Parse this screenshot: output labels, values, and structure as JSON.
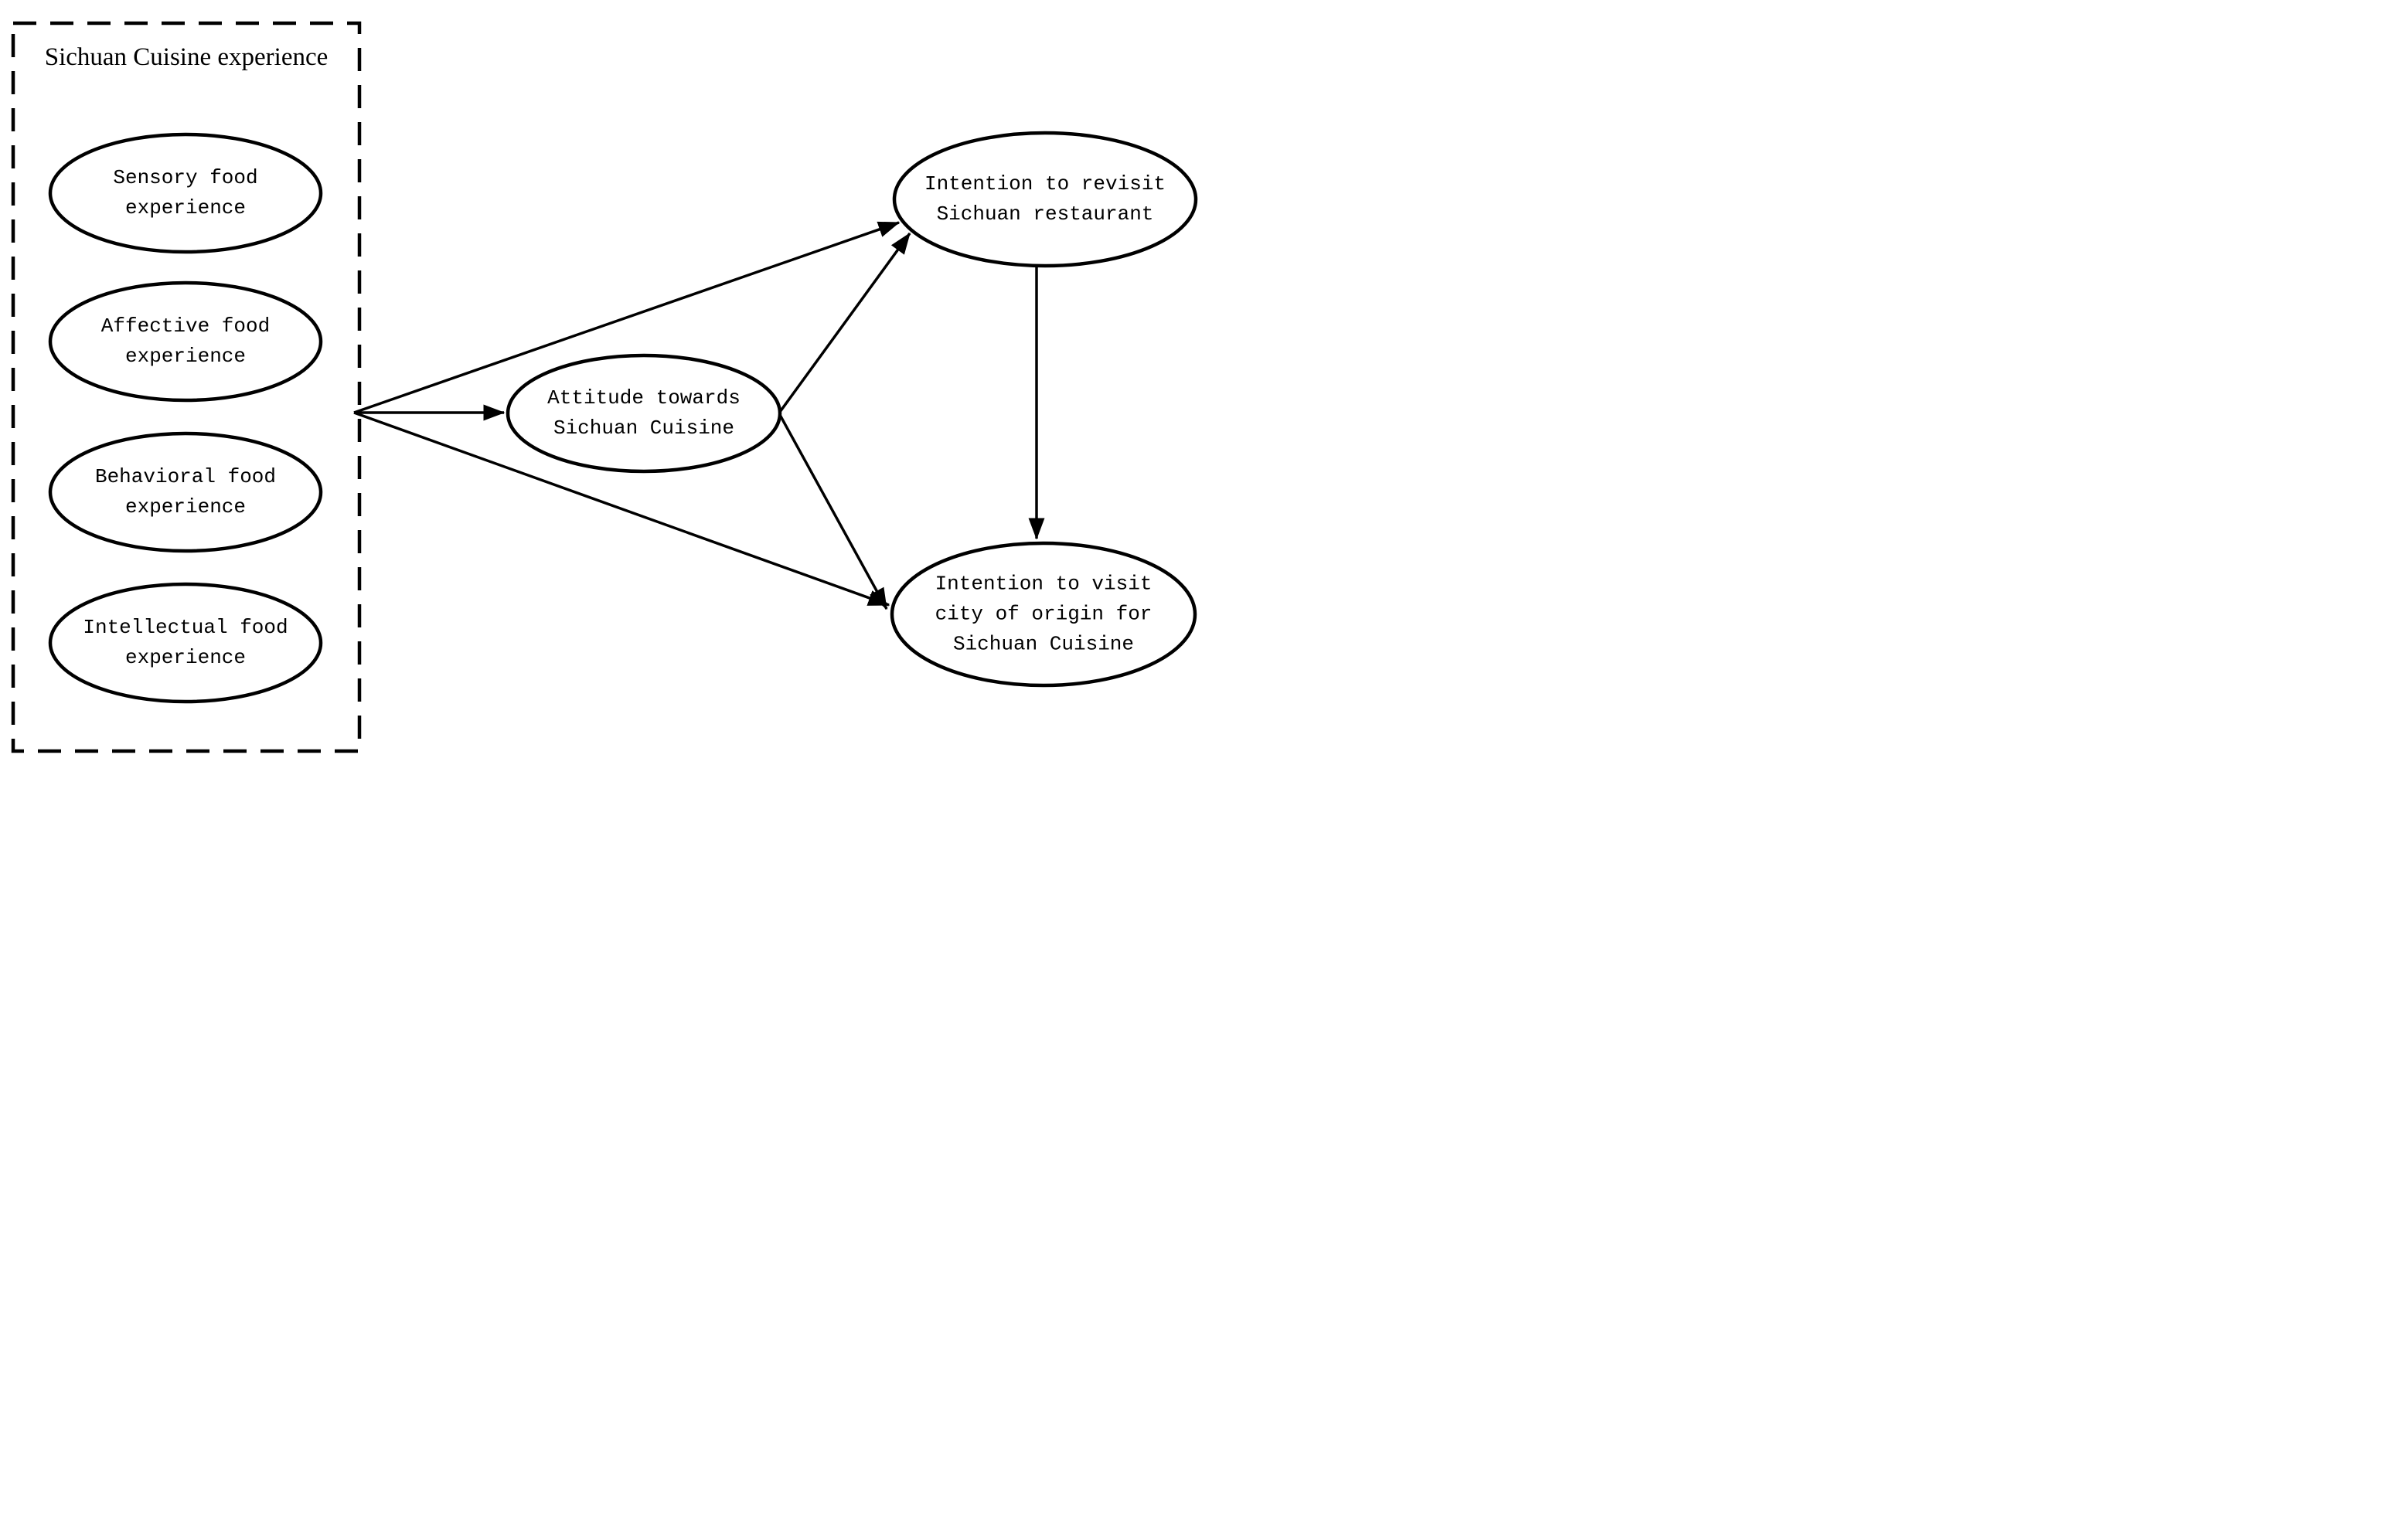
{
  "diagram": {
    "background_color": "#ffffff",
    "stroke_color": "#000000",
    "group_box": {
      "title": "Sichuan Cuisine experience"
    },
    "nodes": {
      "sensory": {
        "label": "Sensory food experience",
        "lines": [
          "Sensory food",
          "experience"
        ]
      },
      "affective": {
        "label": "Affective food experience",
        "lines": [
          "Affective food",
          "experience"
        ]
      },
      "behavioral": {
        "label": "Behavioral food experience",
        "lines": [
          "Behavioral food",
          "experience"
        ]
      },
      "intellectual": {
        "label": "Intellectual food experience",
        "lines": [
          "Intellectual food",
          "experience"
        ]
      },
      "attitude": {
        "label": "Attitude towards Sichuan Cuisine",
        "lines": [
          "Attitude towards",
          "Sichuan Cuisine"
        ]
      },
      "revisit": {
        "label": "Intention to revisit Sichuan restaurant",
        "lines": [
          "Intention to revisit",
          "Sichuan restaurant"
        ]
      },
      "visit_city": {
        "label": "Intention to visit city of origin for Sichuan Cuisine",
        "lines": [
          "Intention to visit",
          "city of origin for",
          "Sichuan Cuisine"
        ]
      }
    },
    "edges": [
      {
        "from": "sichuan_cuisine_experience",
        "to": "attitude"
      },
      {
        "from": "sichuan_cuisine_experience",
        "to": "revisit"
      },
      {
        "from": "sichuan_cuisine_experience",
        "to": "visit_city"
      },
      {
        "from": "attitude",
        "to": "revisit"
      },
      {
        "from": "attitude",
        "to": "visit_city"
      },
      {
        "from": "revisit",
        "to": "visit_city"
      }
    ]
  }
}
